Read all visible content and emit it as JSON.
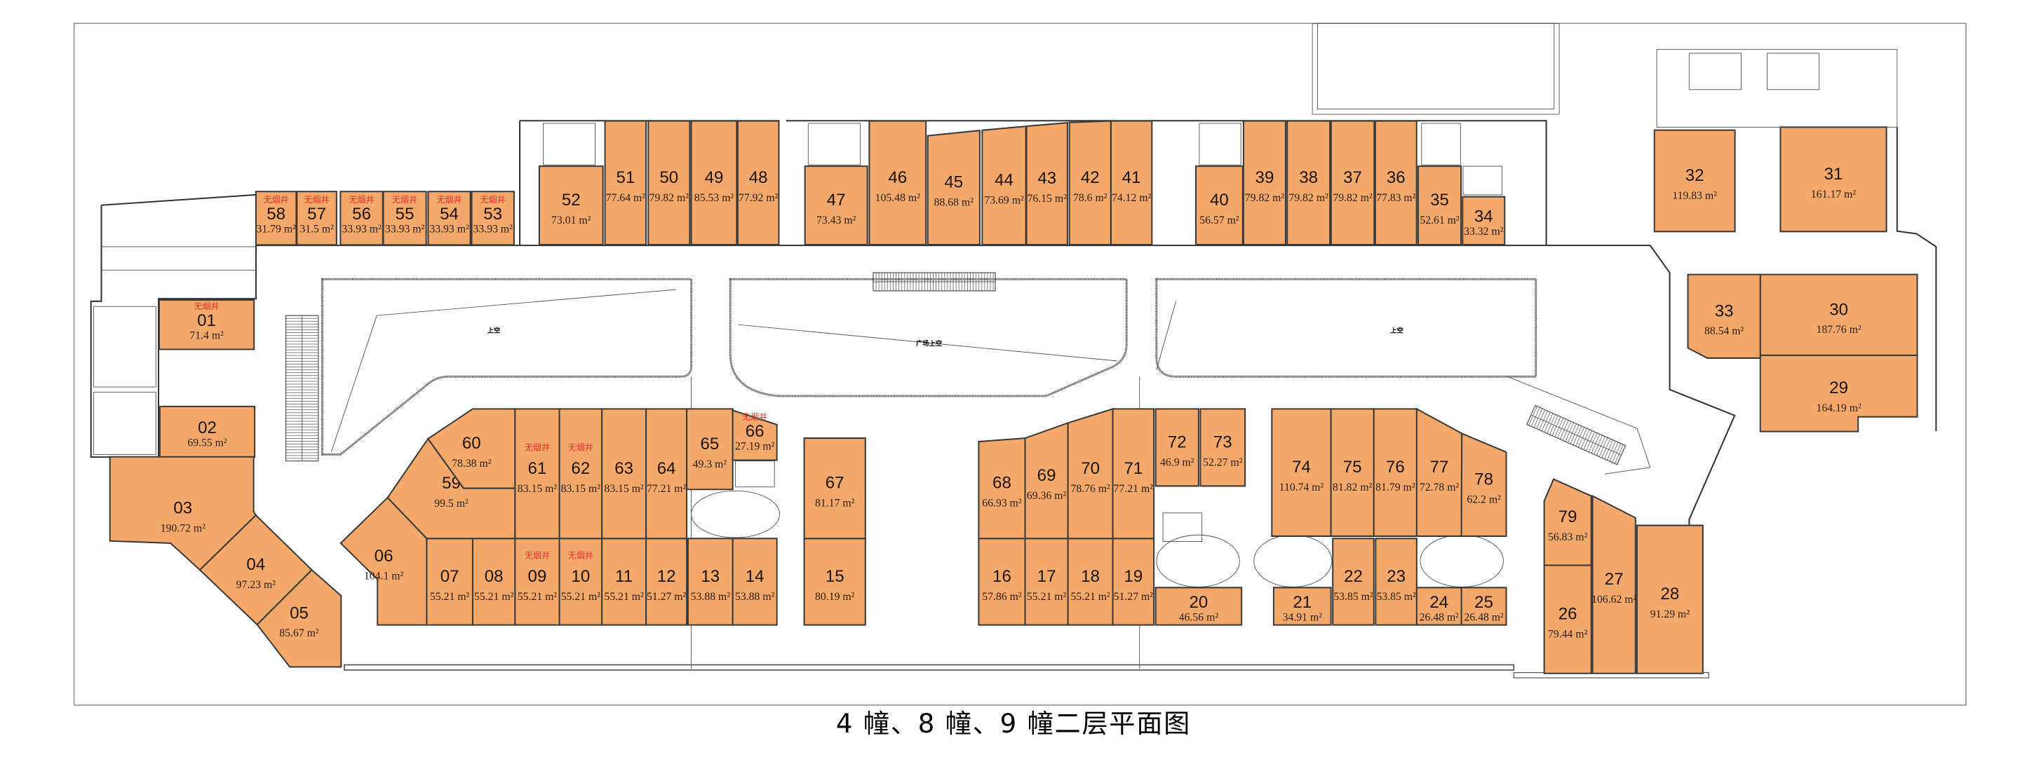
{
  "title": "4 幢、8 幢、9 幢二层平面图",
  "area_unit": "m²",
  "smoke_shaft_label": "无烟井",
  "voids": {
    "left": "上空",
    "center": "广场上空",
    "right": "上空"
  },
  "colors": {
    "unit_fill": "#F4A869",
    "unit_stroke": "#3a3a3a",
    "smoke_text": "#E8312A",
    "frame": "#8a8a8a"
  },
  "units": [
    {
      "id": "01",
      "area": "71.4",
      "smoke": true
    },
    {
      "id": "02",
      "area": "69.55",
      "smoke": false
    },
    {
      "id": "03",
      "area": "190.72",
      "smoke": false
    },
    {
      "id": "04",
      "area": "97.23",
      "smoke": false
    },
    {
      "id": "05",
      "area": "85.67",
      "smoke": false
    },
    {
      "id": "06",
      "area": "104.1",
      "smoke": false
    },
    {
      "id": "07",
      "area": "55.21",
      "smoke": false
    },
    {
      "id": "08",
      "area": "55.21",
      "smoke": false
    },
    {
      "id": "09",
      "area": "55.21",
      "smoke": true
    },
    {
      "id": "10",
      "area": "55.21",
      "smoke": true
    },
    {
      "id": "11",
      "area": "55.21",
      "smoke": false
    },
    {
      "id": "12",
      "area": "51.27",
      "smoke": false
    },
    {
      "id": "13",
      "area": "53.88",
      "smoke": false
    },
    {
      "id": "14",
      "area": "53.88",
      "smoke": false
    },
    {
      "id": "15",
      "area": "80.19",
      "smoke": false
    },
    {
      "id": "16",
      "area": "57.86",
      "smoke": false
    },
    {
      "id": "17",
      "area": "55.21",
      "smoke": false
    },
    {
      "id": "18",
      "area": "55.21",
      "smoke": false
    },
    {
      "id": "19",
      "area": "51.27",
      "smoke": false
    },
    {
      "id": "20",
      "area": "46.56",
      "smoke": false
    },
    {
      "id": "21",
      "area": "34.91",
      "smoke": false
    },
    {
      "id": "22",
      "area": "53.85",
      "smoke": false
    },
    {
      "id": "23",
      "area": "53.85",
      "smoke": false
    },
    {
      "id": "24",
      "area": "26.48",
      "smoke": false
    },
    {
      "id": "25",
      "area": "26.48",
      "smoke": false
    },
    {
      "id": "26",
      "area": "79.44",
      "smoke": false
    },
    {
      "id": "27",
      "area": "106.62",
      "smoke": false
    },
    {
      "id": "28",
      "area": "91.29",
      "smoke": false
    },
    {
      "id": "29",
      "area": "164.19",
      "smoke": false
    },
    {
      "id": "30",
      "area": "187.76",
      "smoke": false
    },
    {
      "id": "31",
      "area": "161.17",
      "smoke": false
    },
    {
      "id": "32",
      "area": "119.83",
      "smoke": false
    },
    {
      "id": "33",
      "area": "88.54",
      "smoke": false
    },
    {
      "id": "34",
      "area": "33.32",
      "smoke": false
    },
    {
      "id": "35",
      "area": "52.61",
      "smoke": false
    },
    {
      "id": "36",
      "area": "77.83",
      "smoke": false
    },
    {
      "id": "37",
      "area": "79.82",
      "smoke": false
    },
    {
      "id": "38",
      "area": "79.82",
      "smoke": false
    },
    {
      "id": "39",
      "area": "79.82",
      "smoke": false
    },
    {
      "id": "40",
      "area": "56.57",
      "smoke": false
    },
    {
      "id": "41",
      "area": "74.12",
      "smoke": false
    },
    {
      "id": "42",
      "area": "78.6",
      "smoke": false
    },
    {
      "id": "43",
      "area": "76.15",
      "smoke": false
    },
    {
      "id": "44",
      "area": "73.69",
      "smoke": false
    },
    {
      "id": "45",
      "area": "88.68",
      "smoke": false
    },
    {
      "id": "46",
      "area": "105.48",
      "smoke": false
    },
    {
      "id": "47",
      "area": "73.43",
      "smoke": false
    },
    {
      "id": "48",
      "area": "77.92",
      "smoke": false
    },
    {
      "id": "49",
      "area": "85.53",
      "smoke": false
    },
    {
      "id": "50",
      "area": "79.82",
      "smoke": false
    },
    {
      "id": "51",
      "area": "77.64",
      "smoke": false
    },
    {
      "id": "52",
      "area": "73.01",
      "smoke": false
    },
    {
      "id": "53",
      "area": "33.93",
      "smoke": true
    },
    {
      "id": "54",
      "area": "33.93",
      "smoke": true
    },
    {
      "id": "55",
      "area": "33.93",
      "smoke": true
    },
    {
      "id": "56",
      "area": "33.93",
      "smoke": true
    },
    {
      "id": "57",
      "area": "31.5",
      "smoke": true
    },
    {
      "id": "58",
      "area": "31.79",
      "smoke": true
    },
    {
      "id": "59",
      "area": "99.5",
      "smoke": false
    },
    {
      "id": "60",
      "area": "78.38",
      "smoke": false
    },
    {
      "id": "61",
      "area": "83.15",
      "smoke": true
    },
    {
      "id": "62",
      "area": "83.15",
      "smoke": true
    },
    {
      "id": "63",
      "area": "83.15",
      "smoke": false
    },
    {
      "id": "64",
      "area": "77.21",
      "smoke": false
    },
    {
      "id": "65",
      "area": "49.3",
      "smoke": false
    },
    {
      "id": "66",
      "area": "27.19",
      "smoke": true
    },
    {
      "id": "67",
      "area": "81.17",
      "smoke": false
    },
    {
      "id": "68",
      "area": "66.93",
      "smoke": false
    },
    {
      "id": "69",
      "area": "69.36",
      "smoke": false
    },
    {
      "id": "70",
      "area": "78.76",
      "smoke": false
    },
    {
      "id": "71",
      "area": "77.21",
      "smoke": false
    },
    {
      "id": "72",
      "area": "46.9",
      "smoke": false
    },
    {
      "id": "73",
      "area": "52.27",
      "smoke": false
    },
    {
      "id": "74",
      "area": "110.74",
      "smoke": false
    },
    {
      "id": "75",
      "area": "81.82",
      "smoke": false
    },
    {
      "id": "76",
      "area": "81.79",
      "smoke": false
    },
    {
      "id": "77",
      "area": "72.78",
      "smoke": false
    },
    {
      "id": "78",
      "area": "62.2",
      "smoke": false
    },
    {
      "id": "79",
      "area": "56.83",
      "smoke": false
    }
  ]
}
